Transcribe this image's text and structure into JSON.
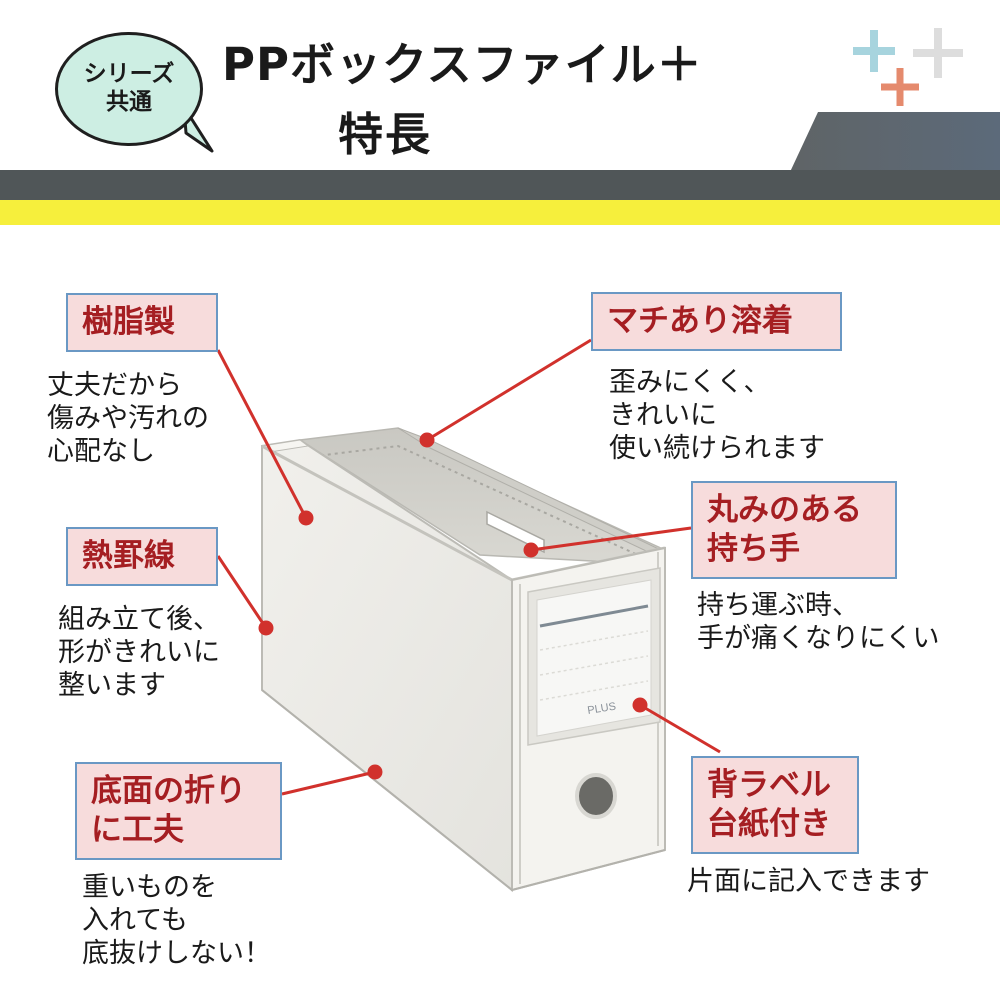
{
  "header": {
    "bubble_text": "シリーズ\n共通",
    "title_line1": "PPボックスファイル＋",
    "title_line2": "特長",
    "colors": {
      "band_dark": "#505658",
      "band_yellow": "#f6ef3c",
      "bubble_fill": "#cdeee3",
      "plus_blue": "#a7d4de",
      "plus_orange": "#e58a6d",
      "plus_grey": "#dddddd"
    }
  },
  "product": {
    "brand": "PLUS",
    "icon": "file-box-icon"
  },
  "features": [
    {
      "label": "樹脂製",
      "desc": "丈夫だから\n傷みや汚れの\n心配なし"
    },
    {
      "label": "熱罫線",
      "desc": "組み立て後、\n形がきれいに\n整います"
    },
    {
      "label": "底面の折り\nに工夫",
      "desc": "重いものを\n入れても\n底抜けしない！"
    },
    {
      "label": "マチあり溶着",
      "desc": "歪みにくく、\nきれいに\n使い続けられます"
    },
    {
      "label": "丸みのある\n持ち手",
      "desc": "持ち運ぶ時、\n手が痛くなりにくい"
    },
    {
      "label": "背ラベル\n台紙付き",
      "desc": "片面に記入できます"
    }
  ],
  "colors": {
    "label_fill": "#f7dcdc",
    "label_border": "#6a98c4",
    "label_text": "#a51e22",
    "leader_line": "#d1312c"
  }
}
